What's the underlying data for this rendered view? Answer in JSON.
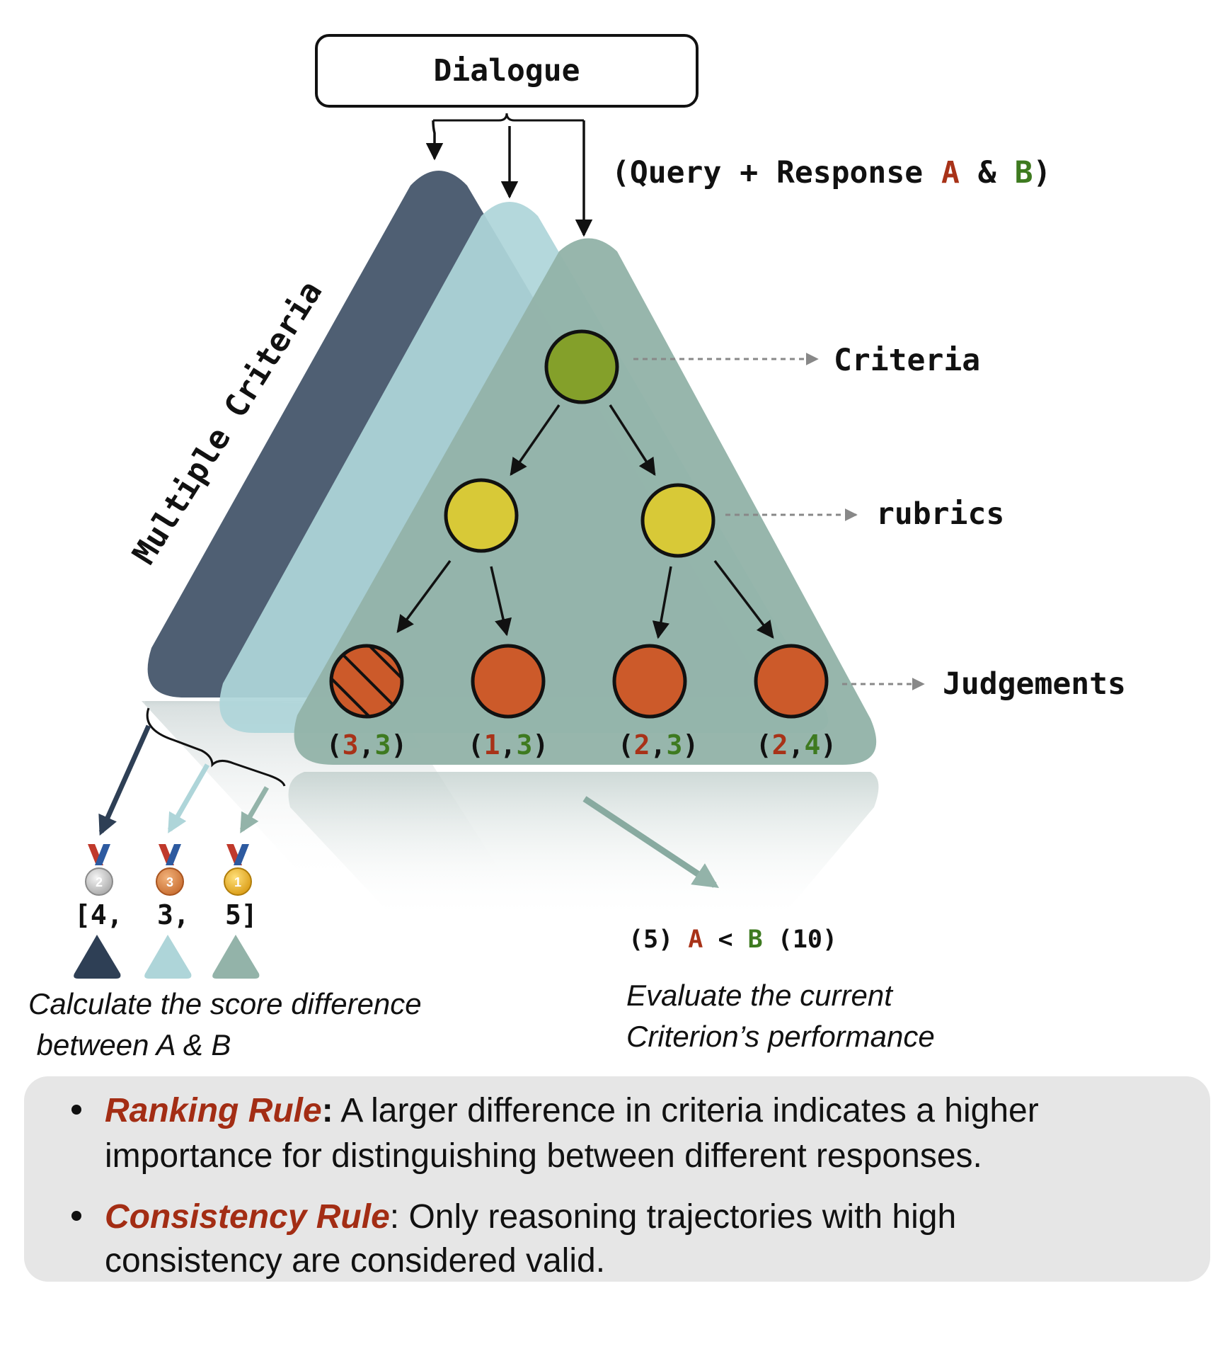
{
  "title": "Dialogue",
  "input_label": {
    "prefix": "(Query + Response ",
    "a": "A",
    "mid": " & ",
    "b": "B",
    "suffix": ")"
  },
  "side_label": "Multiple Criteria",
  "levels": {
    "criteria": "Criteria",
    "rubrics": "rubrics",
    "judgements": "Judgements"
  },
  "judgement_scores": [
    {
      "a": "3",
      "b": "3"
    },
    {
      "a": "1",
      "b": "3"
    },
    {
      "a": "2",
      "b": "3"
    },
    {
      "a": "2",
      "b": "4"
    }
  ],
  "ranking": {
    "list": [
      "[4,",
      "3,",
      "5]"
    ],
    "medals": [
      "2",
      "3",
      "1"
    ],
    "caption_line1": "Calculate the score difference",
    "caption_line2": " between A & B"
  },
  "evaluation": {
    "score_a": "(5)",
    "a": "A",
    "op": "<",
    "b": "B",
    "score_b": "(10)",
    "caption_line1": "Evaluate the current",
    "caption_line2": "Criterion’s performance"
  },
  "rules": [
    {
      "name": "Ranking Rule",
      "colon": ":",
      "line1": " A larger difference in criteria indicates a higher",
      "line2": "importance for distinguishing between different responses."
    },
    {
      "name": "Consistency Rule",
      "colon": ":",
      "line1": " Only reasoning trajectories with high",
      "line2": "consistency are considered valid."
    }
  ],
  "colors": {
    "dark_triangle": "#4f5f73",
    "light_triangle": "#aed5d9",
    "green_triangle": "#93b3a9",
    "criteria_node": "#84a02a",
    "rubric_node": "#d8c937",
    "judgement_node": "#cc5a2a",
    "a_color": "#a83218",
    "b_color": "#3e7a20",
    "rule_name": "#a32d14",
    "rules_bg": "#e6e6e6"
  }
}
